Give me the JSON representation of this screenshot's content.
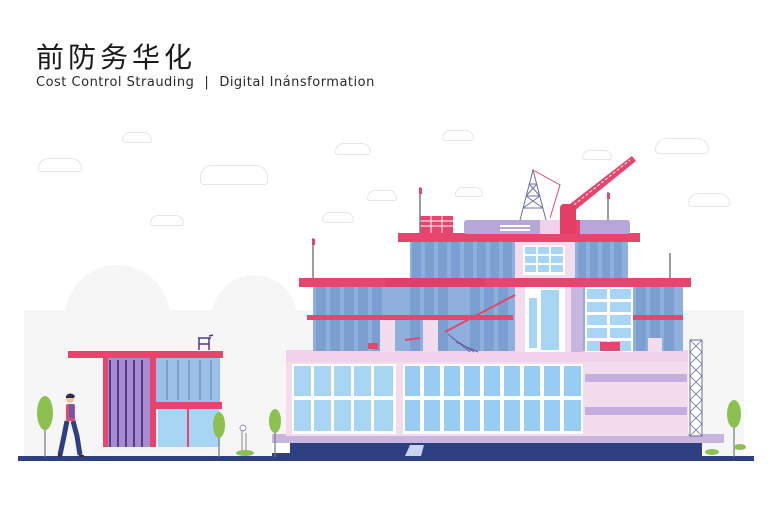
{
  "header": {
    "title_cn": "前防务华化",
    "subtitle_left": "Cost Control Strauding",
    "separator": "|",
    "subtitle_right": "Digital Inánsformation"
  },
  "scene": {
    "description": "Flat illustration of a modern building under construction with cranes, a small house, a walking person, and trees",
    "colors": {
      "accent_red": "#e8456e",
      "glass_blue": "#7fa6d6",
      "light_glass": "#a9d5f5",
      "lavender": "#b9a6d8",
      "pink_wall": "#f4dcef",
      "ground_navy": "#2e3f82",
      "tree_green": "#8cc152",
      "background": "#ffffff",
      "bg_shape": "#f7f6f6"
    },
    "elements": [
      "main-building",
      "tower-crane",
      "lattice-crane",
      "small-house",
      "walking-person",
      "trees",
      "clouds",
      "ground-line"
    ]
  }
}
